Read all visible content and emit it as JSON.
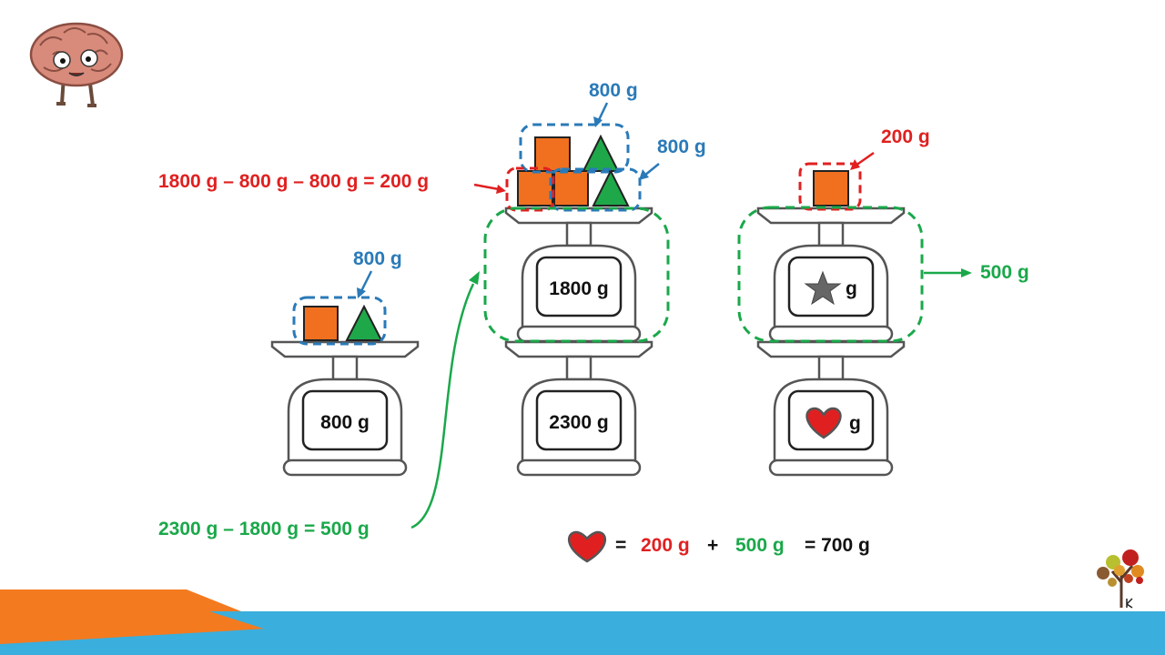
{
  "scale1": {
    "reading": "800 g",
    "group_label": "800 g"
  },
  "scale2": {
    "lower_reading": "2300 g",
    "upper_reading": "1800 g",
    "top_group_label": "800 g",
    "side_group_label": "800 g",
    "calc_red": "1800 g – 800 g – 800 g = 200 g",
    "calc_green": "2300 g – 1800 g = 500 g"
  },
  "scale3": {
    "upper_unit": "g",
    "lower_unit": "g",
    "square_label": "200 g",
    "upper_scale_label": "500 g"
  },
  "equation": {
    "equals1": "=",
    "red_value": "200 g",
    "plus": "+",
    "green_value": "500 g",
    "equals2": "= 700 g"
  },
  "colors": {
    "blue": "#2a7ab8",
    "red": "#e02020",
    "green": "#1aa84a",
    "orange": "#f07020",
    "triangle": "#1fa84a",
    "banner_blue": "#3aaedc",
    "banner_orange": "#f47a20"
  },
  "icons": [
    "brain-mascot-icon",
    "star-icon",
    "heart-icon",
    "tree-logo-icon"
  ]
}
